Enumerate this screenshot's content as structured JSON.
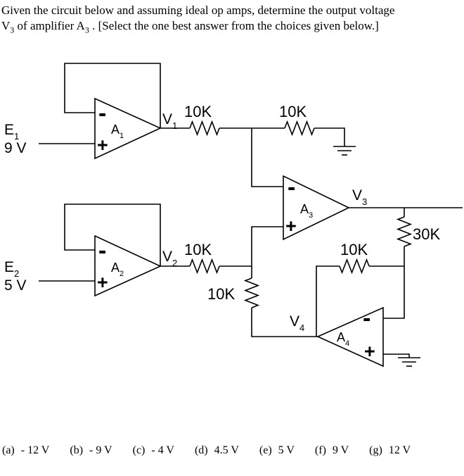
{
  "title": {
    "line1": "Given the circuit below and assuming ideal op amps, determine the output voltage",
    "line2": {
      "pre": "V",
      "sub1": "3",
      "mid": " of amplifier A",
      "sub2": "3",
      "post": " .  [Select the one best answer from the choices given below.]"
    }
  },
  "circuit": {
    "sources": {
      "e1": {
        "name": "E",
        "sub": "1",
        "value": "9 V"
      },
      "e2": {
        "name": "E",
        "sub": "2",
        "value": "5 V"
      }
    },
    "opamps": {
      "a1": {
        "name": "A",
        "sub": "1",
        "minus": "-",
        "plus": "+"
      },
      "a2": {
        "name": "A",
        "sub": "2",
        "minus": "-",
        "plus": "+"
      },
      "a3": {
        "name": "A",
        "sub": "3",
        "minus": "-",
        "plus": "+"
      },
      "a4": {
        "name": "A",
        "sub": "4",
        "minus": "-",
        "plus": "+"
      }
    },
    "nodes": {
      "v1": {
        "name": "V",
        "sub": "1"
      },
      "v2": {
        "name": "V",
        "sub": "2"
      },
      "v3": {
        "name": "V",
        "sub": "3"
      },
      "v4": {
        "name": "V",
        "sub": "4"
      }
    },
    "resistors": {
      "r1": "10K",
      "r2": "10K",
      "r3": "10K",
      "r4": "10K",
      "r5": "10K",
      "r6": "30K"
    }
  },
  "choices": [
    {
      "key": "(a)",
      "value": "- 12 V"
    },
    {
      "key": "(b)",
      "value": "- 9 V"
    },
    {
      "key": "(c)",
      "value": "- 4 V"
    },
    {
      "key": "(d)",
      "value": "4.5 V"
    },
    {
      "key": "(e)",
      "value": "5 V"
    },
    {
      "key": "(f)",
      "value": "9 V"
    },
    {
      "key": "(g)",
      "value": "12 V"
    }
  ],
  "colors": {
    "background": "#ffffff",
    "ink": "#000000"
  }
}
